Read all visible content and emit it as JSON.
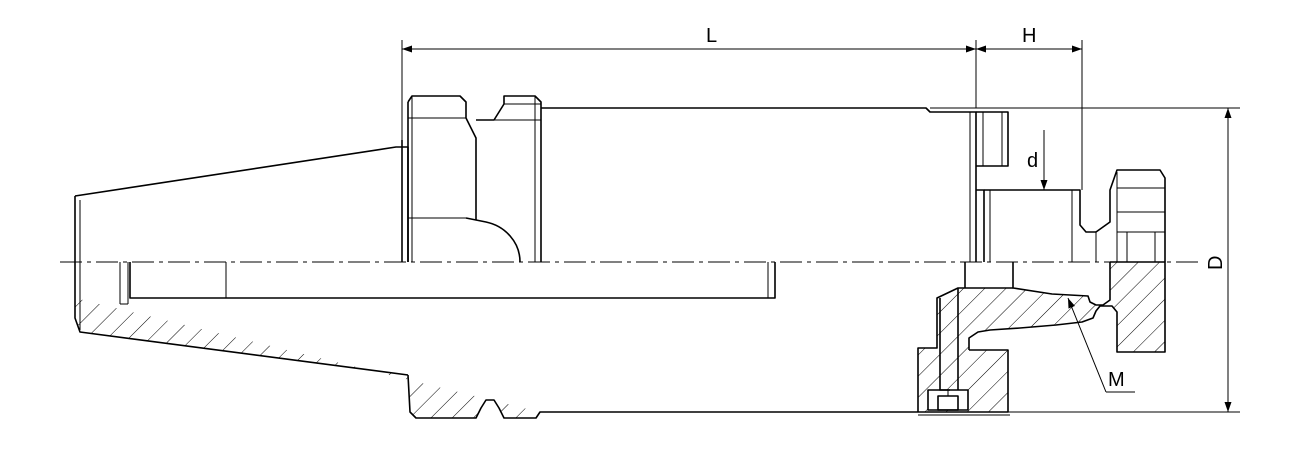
{
  "drawing": {
    "labels": {
      "L": "L",
      "H": "H",
      "d": "d",
      "D": "D",
      "M": "M"
    }
  }
}
